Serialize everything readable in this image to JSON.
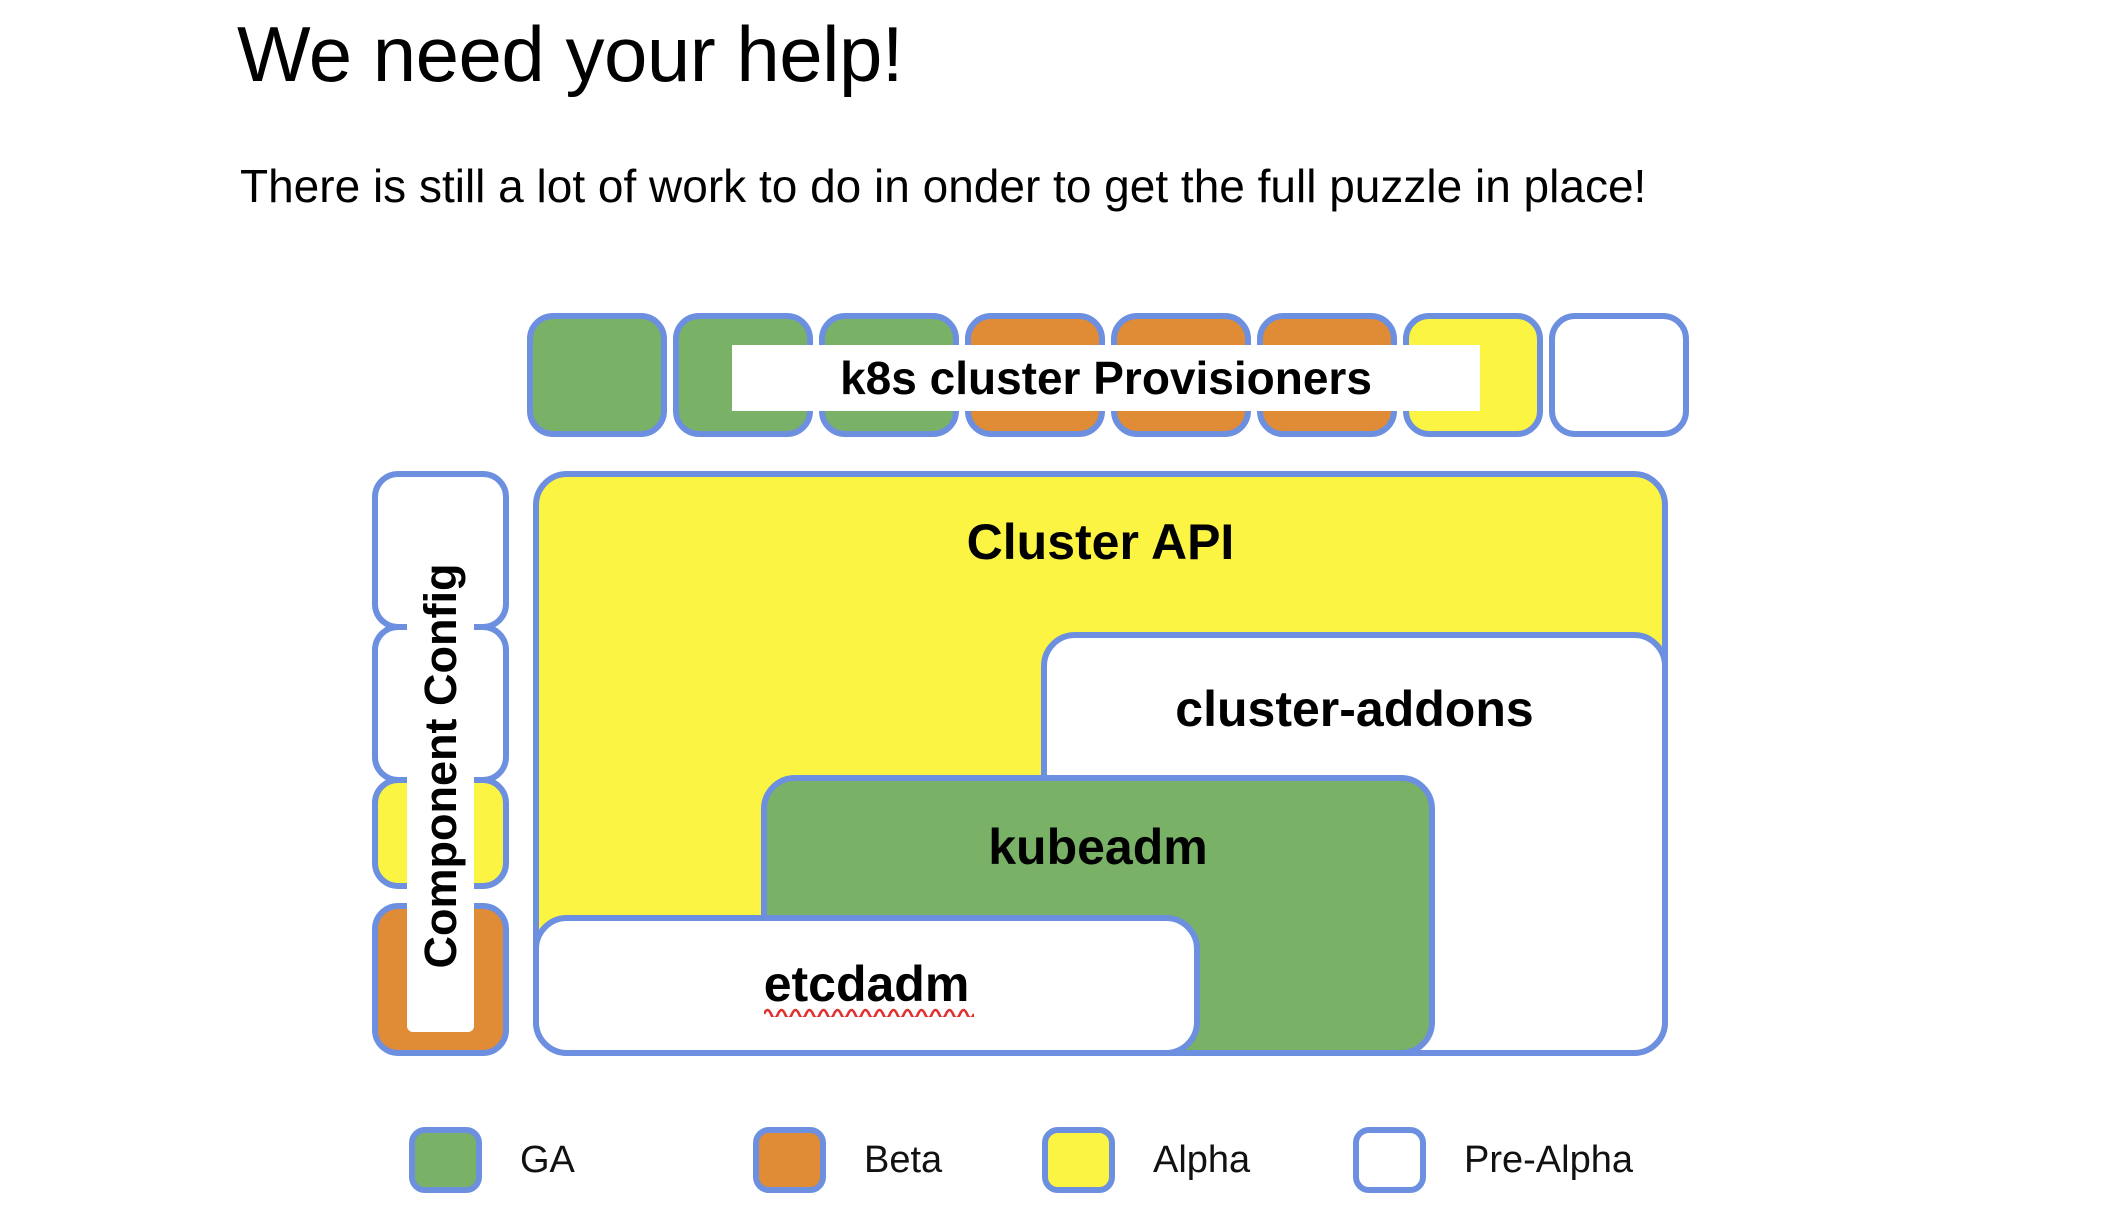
{
  "slide": {
    "title": "We need your help!",
    "subtitle": "There is still a lot of work to do in onder to get the full puzzle in place!"
  },
  "colors": {
    "border": "#6d8fe0",
    "ga": "#79b166",
    "beta": "#e08b36",
    "alpha": "#fbf442",
    "pre_alpha": "#ffffff",
    "background": "#ffffff",
    "text": "#000000",
    "spellcheck_underline": "#e03030"
  },
  "provisioners_row": {
    "overlay_label": "k8s cluster Provisioners",
    "boxes": [
      {
        "status": "GA",
        "fill": "#79b166"
      },
      {
        "status": "GA",
        "fill": "#79b166"
      },
      {
        "status": "GA",
        "fill": "#79b166"
      },
      {
        "status": "Beta",
        "fill": "#e08b36"
      },
      {
        "status": "Beta",
        "fill": "#e08b36"
      },
      {
        "status": "Beta",
        "fill": "#e08b36"
      },
      {
        "status": "Alpha",
        "fill": "#fbf442"
      },
      {
        "status": "Pre-Alpha",
        "fill": "#ffffff"
      }
    ]
  },
  "component_config_column": {
    "overlay_label": "Component Config",
    "boxes": [
      {
        "status": "Pre-Alpha",
        "fill": "#ffffff"
      },
      {
        "status": "Pre-Alpha",
        "fill": "#ffffff"
      },
      {
        "status": "Alpha",
        "fill": "#fbf442"
      },
      {
        "status": "Beta",
        "fill": "#e08b36"
      }
    ]
  },
  "main_nodes": [
    {
      "label": "Cluster API",
      "status": "Alpha",
      "fill": "#fbf442",
      "spellcheck_error": false
    },
    {
      "label": "cluster-addons",
      "status": "Pre-Alpha",
      "fill": "#ffffff",
      "spellcheck_error": false
    },
    {
      "label": "kubeadm",
      "status": "GA",
      "fill": "#79b166",
      "spellcheck_error": false
    },
    {
      "label": "etcdadm",
      "status": "Pre-Alpha",
      "fill": "#ffffff",
      "spellcheck_error": true
    }
  ],
  "legend": {
    "items": [
      {
        "label": "GA",
        "fill": "#79b166"
      },
      {
        "label": "Beta",
        "fill": "#e08b36"
      },
      {
        "label": "Alpha",
        "fill": "#fbf442"
      },
      {
        "label": "Pre-Alpha",
        "fill": "#ffffff"
      }
    ]
  }
}
